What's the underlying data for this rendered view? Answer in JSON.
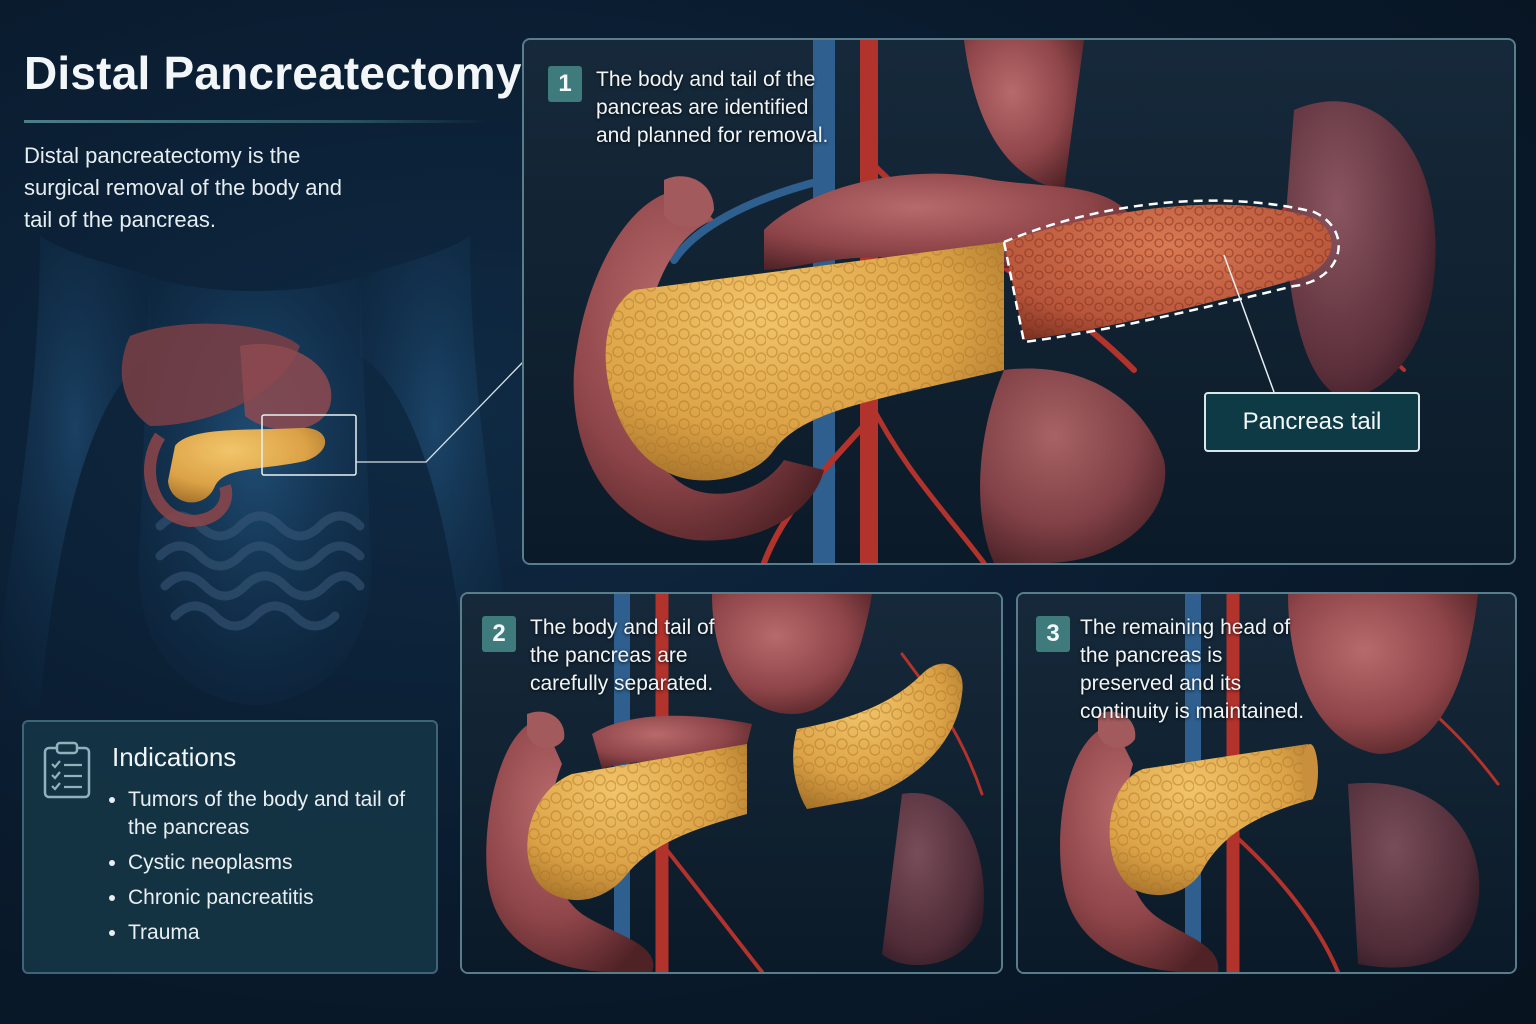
{
  "title": "Distal Pancreatectomy",
  "intro": "Distal pancreatectomy is the surgical removal of the body and tail of the pancreas.",
  "steps": [
    {
      "number": "1",
      "text": "The body and tail of the pancreas are identified and planned for removal."
    },
    {
      "number": "2",
      "text": "The body and tail of the pancreas are carefully separated."
    },
    {
      "number": "3",
      "text": "The remaining head of the pancreas is preserved and its continuity is maintained."
    }
  ],
  "callout": {
    "label": "Pancreas tail"
  },
  "indications": {
    "heading": "Indications",
    "items": [
      "Tumors of the body and tail of the pancreas",
      "Cystic neoplasms",
      "Chronic pancreatitis",
      "Trauma"
    ]
  },
  "colors": {
    "background": "#0a1b2e",
    "panel_border": "#5a7d8c",
    "badge": "#3f7a7c",
    "pancreas": "#e0a94a",
    "pancreas_tail": "#c7603f",
    "stomach": "#9a4a4e",
    "artery": "#b2322c",
    "vein": "#2e5f8f"
  },
  "icons": {
    "indications": "clipboard-checklist-icon"
  }
}
